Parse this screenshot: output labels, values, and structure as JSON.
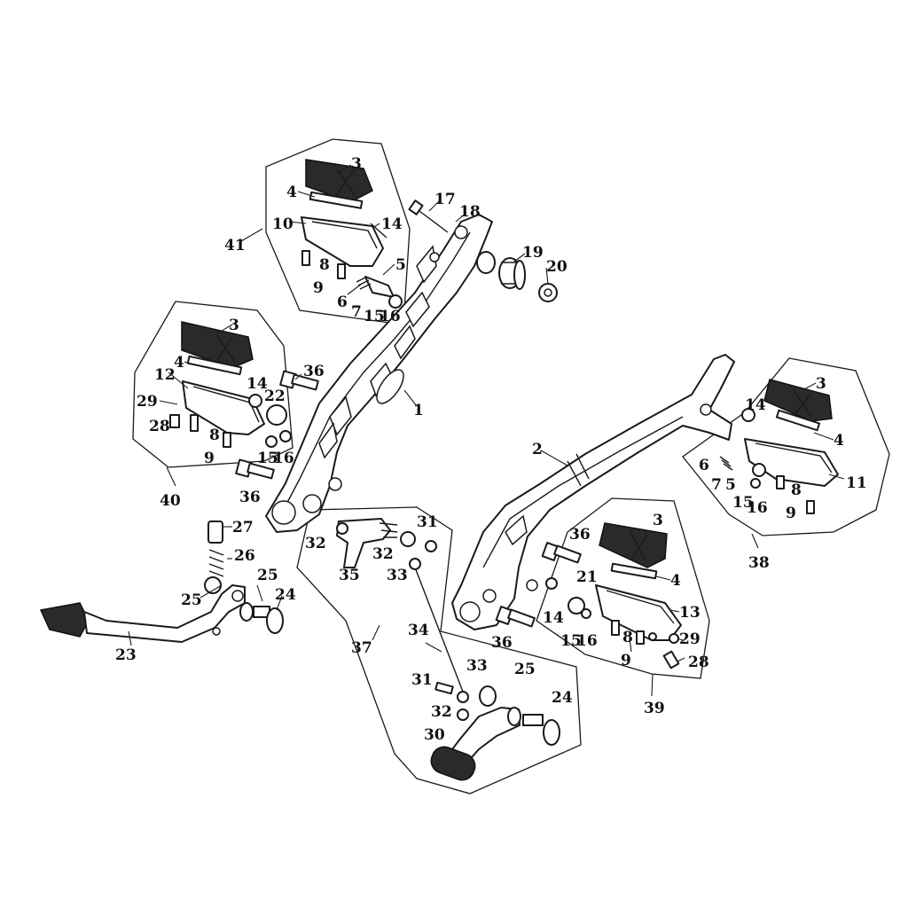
{
  "diagram": {
    "type": "exploded-parts-diagram",
    "callouts": {
      "c1": "1",
      "c2": "2",
      "c3": "3",
      "c4": "4",
      "c5": "5",
      "c6": "6",
      "c7": "7",
      "c8": "8",
      "c9": "9",
      "c10": "10",
      "c11": "11",
      "c12": "12",
      "c13": "13",
      "c14": "14",
      "c15": "15",
      "c16": "16",
      "c17": "17",
      "c18": "18",
      "c19": "19",
      "c20": "20",
      "c21": "21",
      "c22": "22",
      "c23": "23",
      "c24": "24",
      "c25": "25",
      "c26": "26",
      "c27": "27",
      "c28": "28",
      "c29": "29",
      "c30": "30",
      "c31": "31",
      "c32": "32",
      "c33": "33",
      "c34": "34",
      "c35": "35",
      "c36": "36",
      "c37": "37",
      "c38": "38",
      "c39": "39",
      "c40": "40",
      "c41": "41"
    },
    "colors": {
      "line": "#1a1a1a",
      "background": "#ffffff",
      "tread": "#2a2a2a"
    }
  }
}
